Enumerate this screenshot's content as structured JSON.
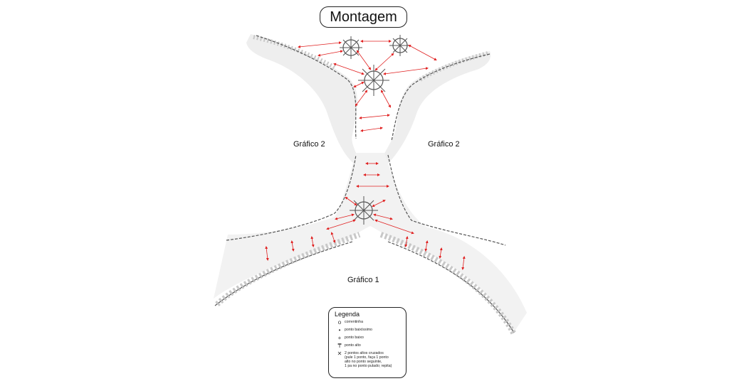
{
  "title": "Montagem",
  "labels": {
    "chart2_left": "Gráfico 2",
    "chart2_right": "Gráfico 2",
    "chart1": "Gráfico 1"
  },
  "legend": {
    "title": "Legenda",
    "items": [
      {
        "symbol": "chain-stitch-icon",
        "glyph": "o",
        "text": "correntinha"
      },
      {
        "symbol": "slip-stitch-icon",
        "glyph": "•",
        "text": "ponto baixíssimo"
      },
      {
        "symbol": "single-crochet-icon",
        "glyph": "+",
        "text": "ponto baixo"
      },
      {
        "symbol": "double-crochet-icon",
        "glyph": "₸",
        "text": "ponto alto"
      },
      {
        "symbol": "crossed-double-crochet-icon",
        "glyph": "✕",
        "text": "2 pontos altos cruzados\n(pule 1 ponto, faça 1 ponto\nalto no ponto seguinte,\n1 pa no ponto pulado; repita)"
      }
    ]
  },
  "colors": {
    "stitch_gray": "#c8c8c8",
    "edge_dark": "#555555",
    "connector_red": "#e02020"
  }
}
